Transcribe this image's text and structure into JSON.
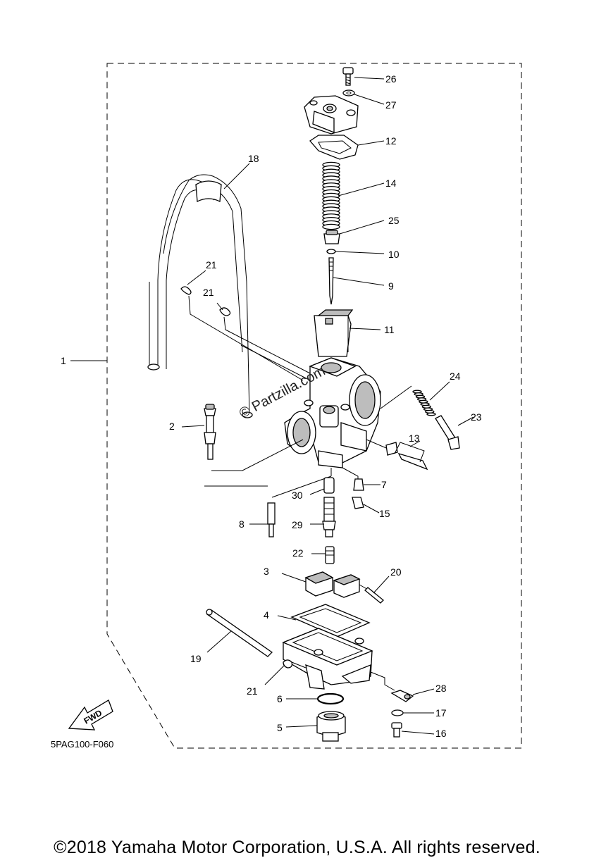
{
  "diagram_code": "5PAG100-F060",
  "watermark": "© Partzilla.com",
  "fwd_label": "FWD",
  "copyright": "©2018 Yamaha Motor Corporation, U.S.A. All rights reserved.",
  "callouts": {
    "c1": "1",
    "c2": "2",
    "c3": "3",
    "c4": "4",
    "c5": "5",
    "c6": "6",
    "c7": "7",
    "c8": "8",
    "c9": "9",
    "c10": "10",
    "c11": "11",
    "c12": "12",
    "c13": "13",
    "c14": "14",
    "c15": "15",
    "c16": "16",
    "c17": "17",
    "c18": "18",
    "c19": "19",
    "c20": "20",
    "c21a": "21",
    "c21b": "21",
    "c21c": "21",
    "c22": "22",
    "c23": "23",
    "c24": "24",
    "c25": "25",
    "c26": "26",
    "c27": "27",
    "c28": "28",
    "c29": "29",
    "c30": "30"
  }
}
